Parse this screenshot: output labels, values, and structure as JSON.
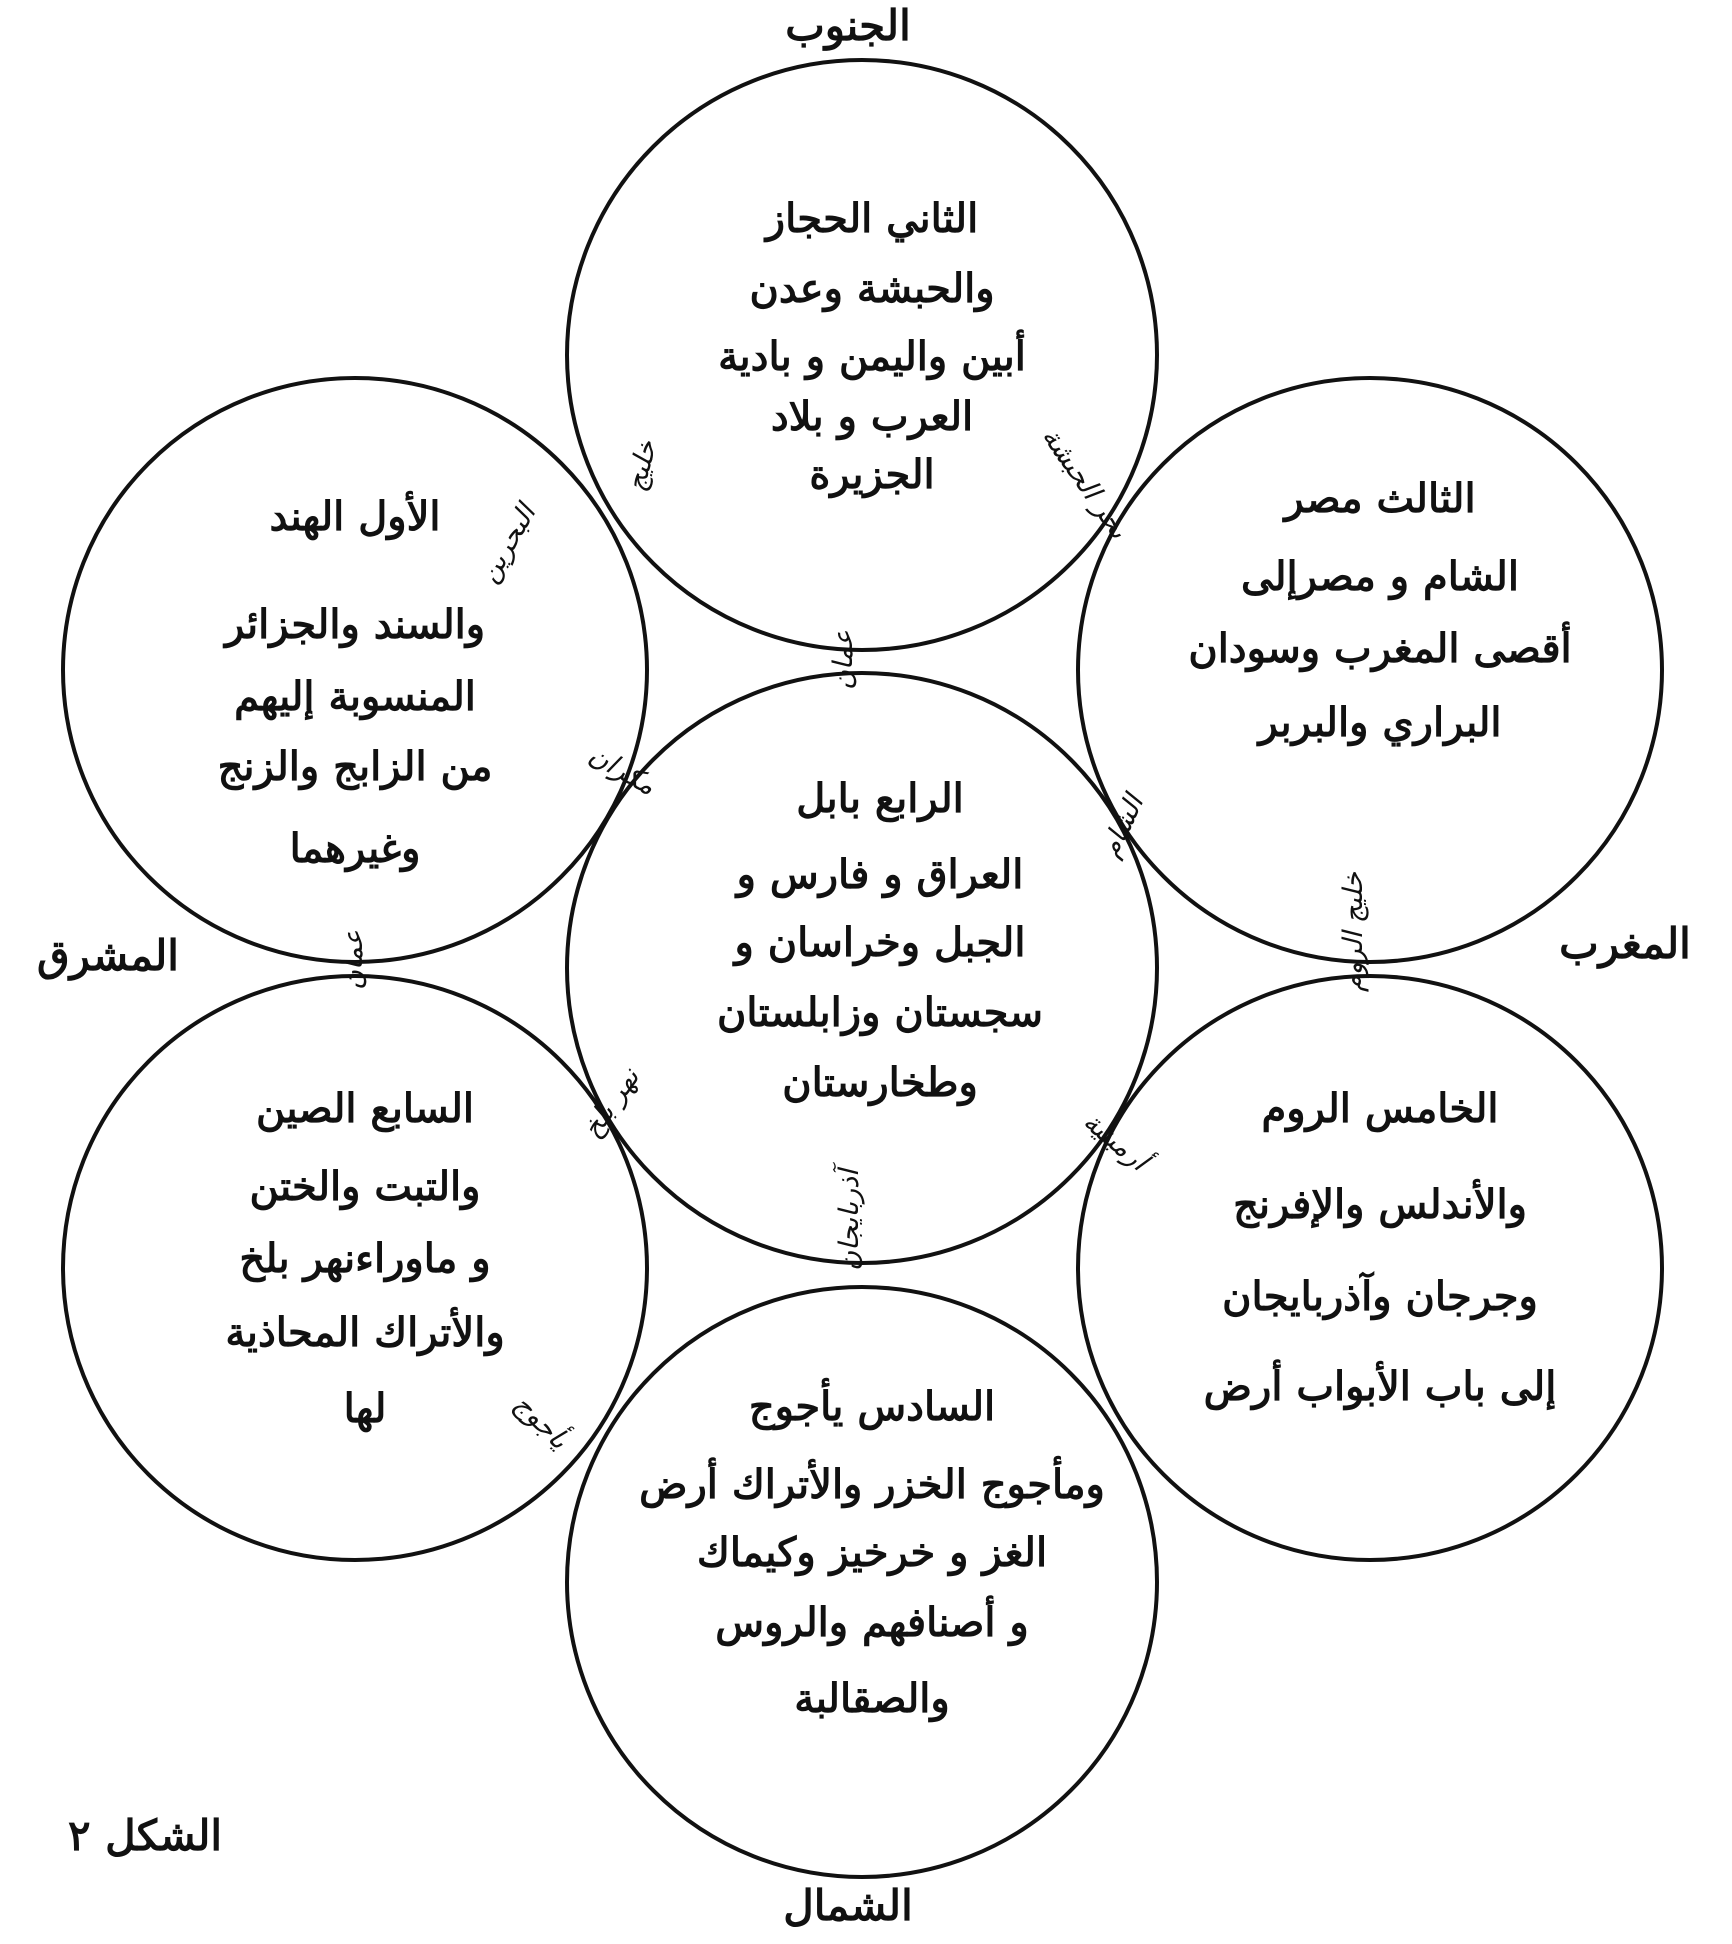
{
  "directions": {
    "south": "الجنوب",
    "north": "الشمال",
    "east": "المشرق",
    "west": "المغرب"
  },
  "regions": [
    {
      "id": "second",
      "lines": [
        "الثاني الحجاز",
        "والحبشة وعدن",
        "أبين واليمن و بادية",
        "العرب و بلاد",
        "الجزيرة"
      ]
    },
    {
      "id": "first",
      "lines": [
        "الأول الهند",
        "والسند والجزائر",
        "المنسوبة إليهم",
        "من الزابج والزنج",
        "وغيرهما"
      ]
    },
    {
      "id": "third",
      "lines": [
        "الثالث مصر",
        "الشام و مصرإلى",
        "أقصى المغرب وسودان",
        "البراري والبربر"
      ]
    },
    {
      "id": "fourth",
      "lines": [
        "الرابع بابل",
        "العراق و فارس و",
        "الجبل وخراسان و",
        "سجستان وزابلستان",
        "وطخارستان"
      ]
    },
    {
      "id": "seventh",
      "lines": [
        "السابع الصين",
        "والتبت والختن",
        "و ماوراءنهر بلخ",
        "والأتراك المحاذية",
        "لها"
      ]
    },
    {
      "id": "fifth",
      "lines": [
        "الخامس الروم",
        "والأندلس والإفرنج",
        "وجرجان وآذربايجان",
        "إلى باب الأبواب أرض"
      ]
    },
    {
      "id": "sixth",
      "lines": [
        "السادس يأجوج",
        "ومأجوج الخزر والأتراك أرض",
        "الغز و خرخيز وكيماك",
        "و أصنافهم والروس",
        "والصقالبة"
      ]
    }
  ],
  "boundaries": [
    {
      "id": "khalij-1",
      "text": "خليج"
    },
    {
      "id": "bahr-habasha",
      "text": "بحر الحبشة"
    },
    {
      "id": "bahrain",
      "text": "البحرين"
    },
    {
      "id": "ammaan-top",
      "text": "عمان"
    },
    {
      "id": "sham",
      "text": "الشام"
    },
    {
      "id": "rum-gulf",
      "text": "خليج الروم"
    },
    {
      "id": "makran",
      "text": "مكران"
    },
    {
      "id": "amaan-left",
      "text": "عمان"
    },
    {
      "id": "nahr-balkh",
      "text": "نهر بلخ"
    },
    {
      "id": "armenia",
      "text": "أرمينية"
    },
    {
      "id": "azerbaijan",
      "text": "آذربايجان"
    },
    {
      "id": "yajuj",
      "text": "يأجوج"
    }
  ],
  "caption": "الشكل ٢"
}
